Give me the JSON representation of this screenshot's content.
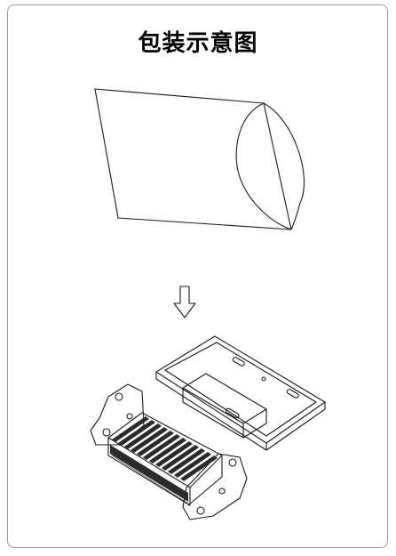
{
  "title": "包装示意图",
  "steps": [
    {
      "name": "packaging-bag"
    },
    {
      "name": "down-arrow"
    },
    {
      "name": "floodlight-fixture"
    }
  ]
}
